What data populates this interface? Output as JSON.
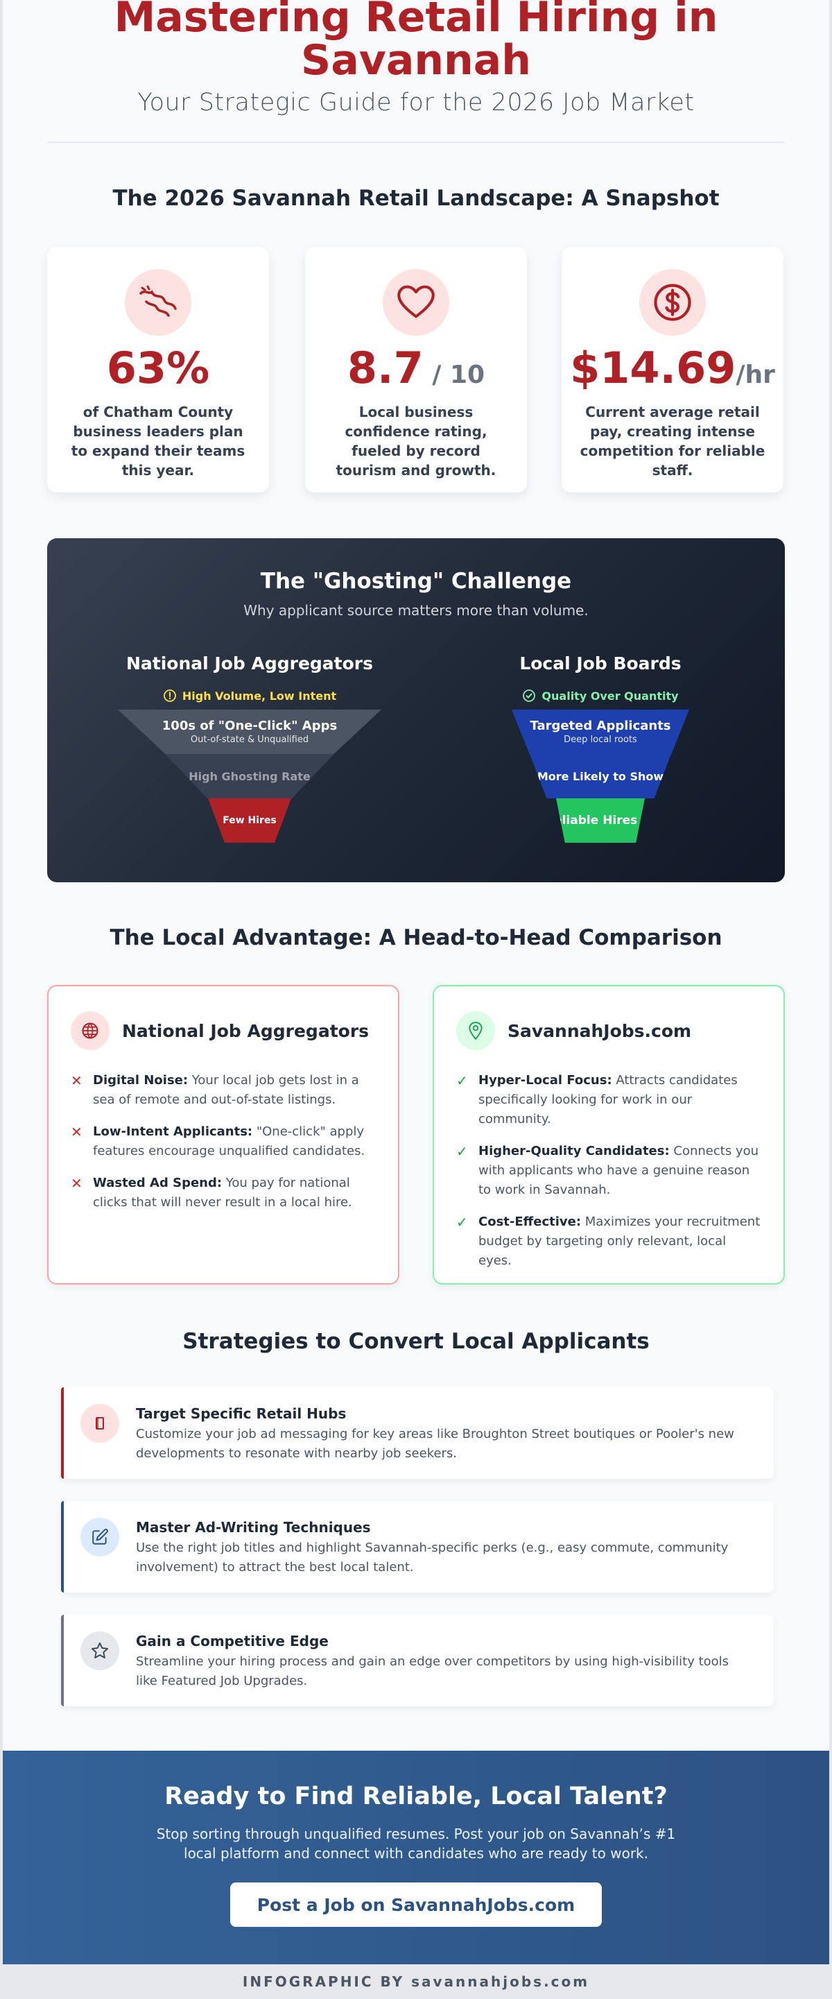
{
  "hero": {
    "title_line1": "Mastering Retail Hiring in",
    "title_line2": "Savannah",
    "subtitle": "Your Strategic Guide for the 2026 Job Market"
  },
  "snapshot": {
    "title": "The 2026 Savannah Retail Landscape: A Snapshot",
    "cards": [
      {
        "icon": "growth-icon",
        "value": "63%",
        "unit": "",
        "desc": "of Chatham County business leaders plan to expand their teams this year."
      },
      {
        "icon": "heart-icon",
        "value": "8.7",
        "unit": " / 10",
        "desc": "Local business confidence rating, fueled by record tourism and growth."
      },
      {
        "icon": "dollar-icon",
        "value": "$14.69",
        "unit": "/hr",
        "desc": "Current average retail pay, creating intense competition for reliable staff."
      }
    ]
  },
  "ghosting": {
    "title": "The \"Ghosting\" Challenge",
    "subtitle": "Why applicant source matters more than volume.",
    "national": {
      "title": "National Job Aggregators",
      "tag": "High Volume, Low Intent",
      "layers": [
        {
          "main": "100s of \"One-Click\" Apps",
          "small": "Out-of-state & Unqualified"
        },
        {
          "main": "High Ghosting Rate",
          "small": ""
        },
        {
          "main": "Few Hires",
          "small": ""
        }
      ]
    },
    "local": {
      "title": "Local Job Boards",
      "tag": "Quality Over Quantity",
      "layers": [
        {
          "main": "Targeted Applicants",
          "small": "Deep local roots"
        },
        {
          "main": "More Likely to Show",
          "small": ""
        },
        {
          "main": "Reliable Hires",
          "small": ""
        }
      ]
    }
  },
  "comparison": {
    "title": "The Local Advantage: A Head-to-Head Comparison",
    "national": {
      "title": "National Job Aggregators",
      "items": [
        {
          "bold": "Digital Noise:",
          "text": " Your local job gets lost in a sea of remote and out-of-state listings."
        },
        {
          "bold": "Low-Intent Applicants:",
          "text": " \"One-click\" apply features encourage unqualified candidates."
        },
        {
          "bold": "Wasted Ad Spend:",
          "text": " You pay for national clicks that will never result in a local hire."
        }
      ]
    },
    "local": {
      "title": "SavannahJobs.com",
      "items": [
        {
          "bold": "Hyper-Local Focus:",
          "text": " Attracts candidates specifically looking for work in our community."
        },
        {
          "bold": "Higher-Quality Candidates:",
          "text": " Connects you with applicants who have a genuine reason to work in Savannah."
        },
        {
          "bold": "Cost-Effective:",
          "text": " Maximizes your recruitment budget by targeting only relevant, local eyes."
        }
      ]
    }
  },
  "strategies": {
    "title": "Strategies to Convert Local Applicants",
    "items": [
      {
        "title": "Target Specific Retail Hubs",
        "desc": "Customize your job ad messaging for key areas like Broughton Street boutiques or Pooler's new developments to resonate with nearby job seekers.",
        "color": "#b02126"
      },
      {
        "title": "Master Ad-Writing Techniques",
        "desc": "Use the right job titles and highlight Savannah-specific perks (e.g., easy commute, community involvement) to attract the best local talent.",
        "color": "#2c5282"
      },
      {
        "title": "Gain a Competitive Edge",
        "desc": "Streamline your hiring process and gain an edge over competitors by using high-visibility tools like Featured Job Upgrades.",
        "color": "#6b7280"
      }
    ]
  },
  "cta": {
    "title": "Ready to Find Reliable, Local Talent?",
    "subtitle": "Stop sorting through unqualified resumes. Post your job on Savannah’s #1 local platform and connect with candidates who are ready to work.",
    "button": "Post a Job on SavannahJobs.com"
  },
  "footer": {
    "text": "INFOGRAPHIC BY savannahjobs.com"
  },
  "colors": {
    "brand_red": "#b02126",
    "brand_blue": "#2c5282",
    "success_green": "#22c55e",
    "funnel_blue": "#1e40af"
  }
}
